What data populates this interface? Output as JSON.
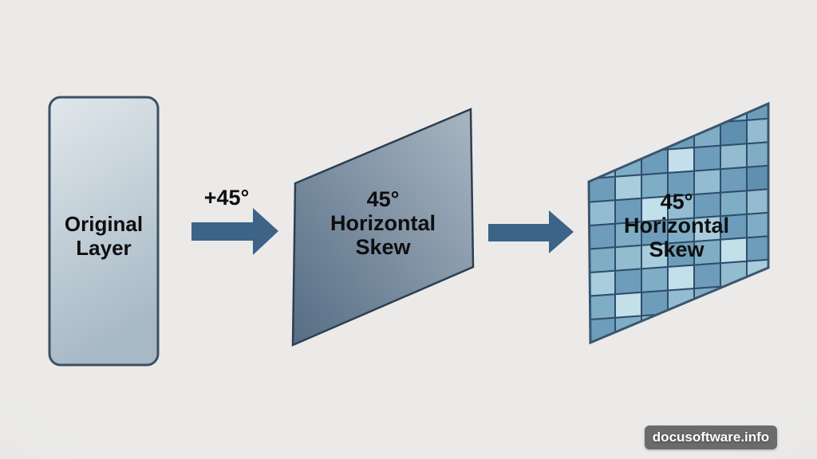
{
  "diagram": {
    "background": "#e9e9e7",
    "transform_label": "+45°",
    "arrow_color": "#3d6386",
    "original_layer": {
      "lines": [
        "Original",
        "Layer"
      ],
      "fill_top": "#e0e7eb",
      "fill_bottom": "#a8b9c6",
      "border": "#3e5062"
    },
    "skewed_layer": {
      "lines": [
        "45°",
        "Horizontal",
        "Skew"
      ],
      "fill_light": "#a9b6c2",
      "fill_dark": "#566d85",
      "border": "#2d3f51"
    },
    "textured_layer": {
      "lines": [
        "45°",
        "Horizontal",
        "Skew"
      ],
      "border": "#3a566f",
      "grid_line": "#2f4e6b",
      "palette": [
        "#c2dfea",
        "#a9cddd",
        "#93bcd0",
        "#7fadc6",
        "#6d9dba",
        "#5f90af"
      ],
      "cells": [
        [
          3,
          4,
          2,
          4,
          3,
          5,
          2,
          4,
          3
        ],
        [
          2,
          3,
          4,
          1,
          4,
          3,
          5,
          2,
          4
        ],
        [
          4,
          2,
          3,
          4,
          0,
          4,
          2,
          3,
          5
        ],
        [
          3,
          4,
          1,
          3,
          4,
          2,
          4,
          5,
          3
        ],
        [
          5,
          2,
          4,
          0,
          2,
          4,
          3,
          2,
          4
        ],
        [
          2,
          4,
          3,
          4,
          3,
          1,
          4,
          3,
          2
        ],
        [
          0,
          3,
          2,
          1,
          4,
          3,
          0,
          4,
          3
        ],
        [
          3,
          1,
          4,
          3,
          0,
          4,
          2,
          1,
          4
        ],
        [
          4,
          3,
          0,
          4,
          2,
          3,
          4,
          3,
          2
        ],
        [
          2,
          4,
          3,
          2,
          4,
          1,
          3,
          0,
          3
        ],
        [
          3,
          2,
          4,
          3,
          1,
          4,
          2,
          3,
          4
        ],
        [
          4,
          3,
          2,
          4,
          3,
          2,
          4,
          2,
          3
        ]
      ]
    },
    "watermark": {
      "label": "docusoftware.info",
      "bg": "#6b6b6b",
      "fg": "#ffffff"
    }
  }
}
